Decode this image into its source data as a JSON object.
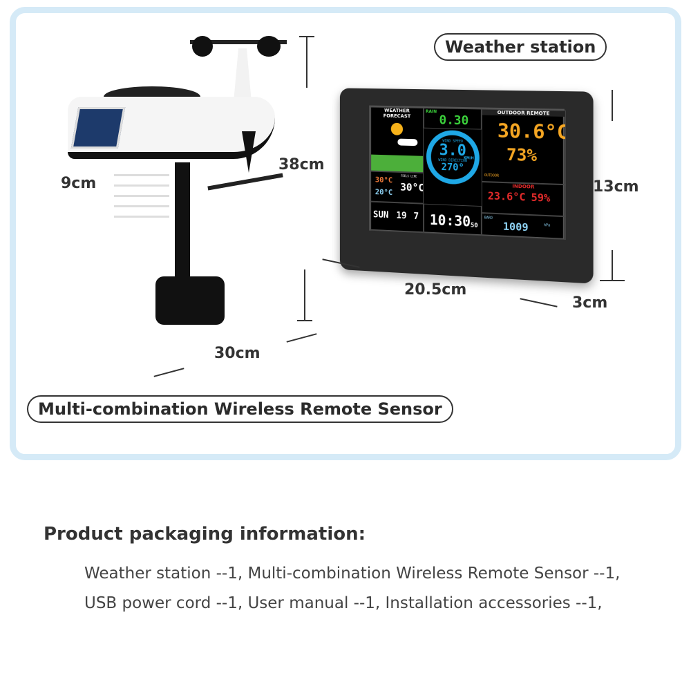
{
  "labels": {
    "station": "Weather station",
    "sensor": "Multi-combination Wireless Remote Sensor"
  },
  "dimensions": {
    "sensor_height": "38cm",
    "sensor_depth": "9cm",
    "sensor_width": "30cm",
    "station_height": "13cm",
    "station_width": "20.5cm",
    "station_depth": "3cm"
  },
  "display": {
    "forecast_title": "WEATHER FORECAST",
    "rain_label": "RAIN",
    "rain_value": "0.30",
    "wind_speed_label": "WIND SPEED",
    "wind_speed": "3.0",
    "wind_unit": "KM/H",
    "wind_dir_label": "WIND DIRECTION",
    "wind_dir": "270°",
    "outdoor_title": "OUTDOOR REMOTE",
    "outdoor_temp": "30.6°C",
    "outdoor_hum": "73%",
    "outdoor_label": "OUTDOOR",
    "indoor_label": "INDOOR",
    "indoor_temp": "23.6°C",
    "indoor_hum": "59%",
    "feels_label": "FEELS LIKE",
    "feels": "30°C",
    "temp_hi": "30°C",
    "temp_lo": "20°C",
    "day": "SUN",
    "date": "19",
    "month": "7",
    "time": "10:30",
    "seconds": "50",
    "baro_label": "BARO",
    "baro": "1009",
    "baro_unit": "hPa"
  },
  "packaging": {
    "title": "Product packaging information:",
    "lines": [
      "Weather station --1, Multi-combination Wireless Remote Sensor --1,",
      "USB power cord --1, User manual --1, Installation accessories --1,"
    ]
  },
  "colors": {
    "frame": "#d5eaf7",
    "wind_ring": "#1fa8e6",
    "outdoor": "#f5a623",
    "indoor": "#e52b2b",
    "rain": "#3bd13b"
  }
}
